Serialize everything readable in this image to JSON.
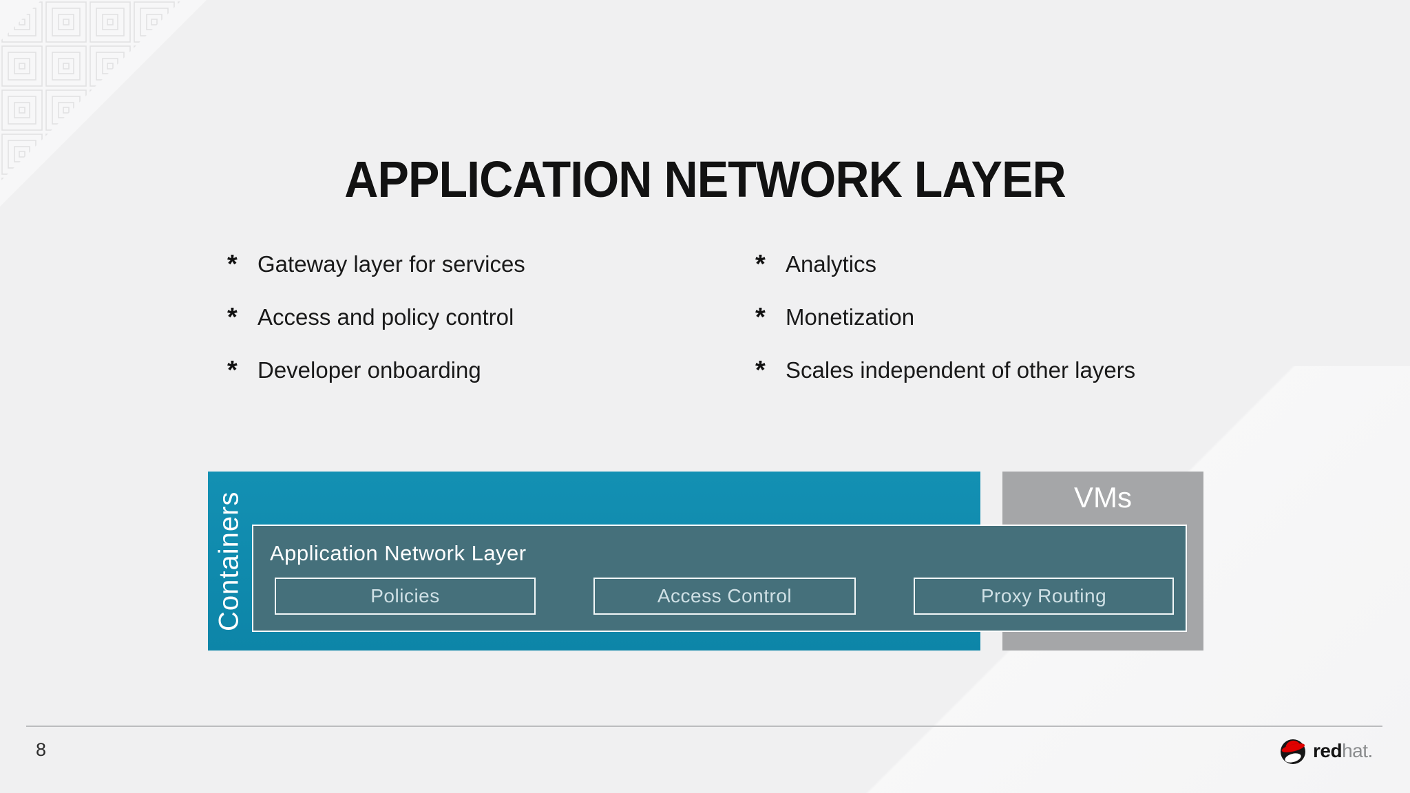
{
  "slide": {
    "title": "APPLICATION NETWORK LAYER",
    "page_number": "8",
    "bullet_marker": "*",
    "bullets_left": [
      "Gateway layer for services",
      "Access and policy control",
      "Developer onboarding"
    ],
    "bullets_right": [
      "Analytics",
      "Monetization",
      "Scales independent of other layers"
    ],
    "diagram": {
      "containers_label": "Containers",
      "vms_label": "VMs",
      "layer_label": "Application Network Layer",
      "components": [
        "Policies",
        "Access Control",
        "Proxy Routing"
      ]
    },
    "footer": {
      "brand_red": "red",
      "brand_hat": "hat."
    },
    "colors": {
      "background": "#f0f0f1",
      "containers_teal": "#0f89ac",
      "layer_slate": "#45707b",
      "vms_gray": "#a5a6a8",
      "border_white": "#ffffff",
      "component_text": "#cfe0e5",
      "text_dark": "#1a1a1a",
      "brand_red_accent": "#e00000"
    }
  }
}
